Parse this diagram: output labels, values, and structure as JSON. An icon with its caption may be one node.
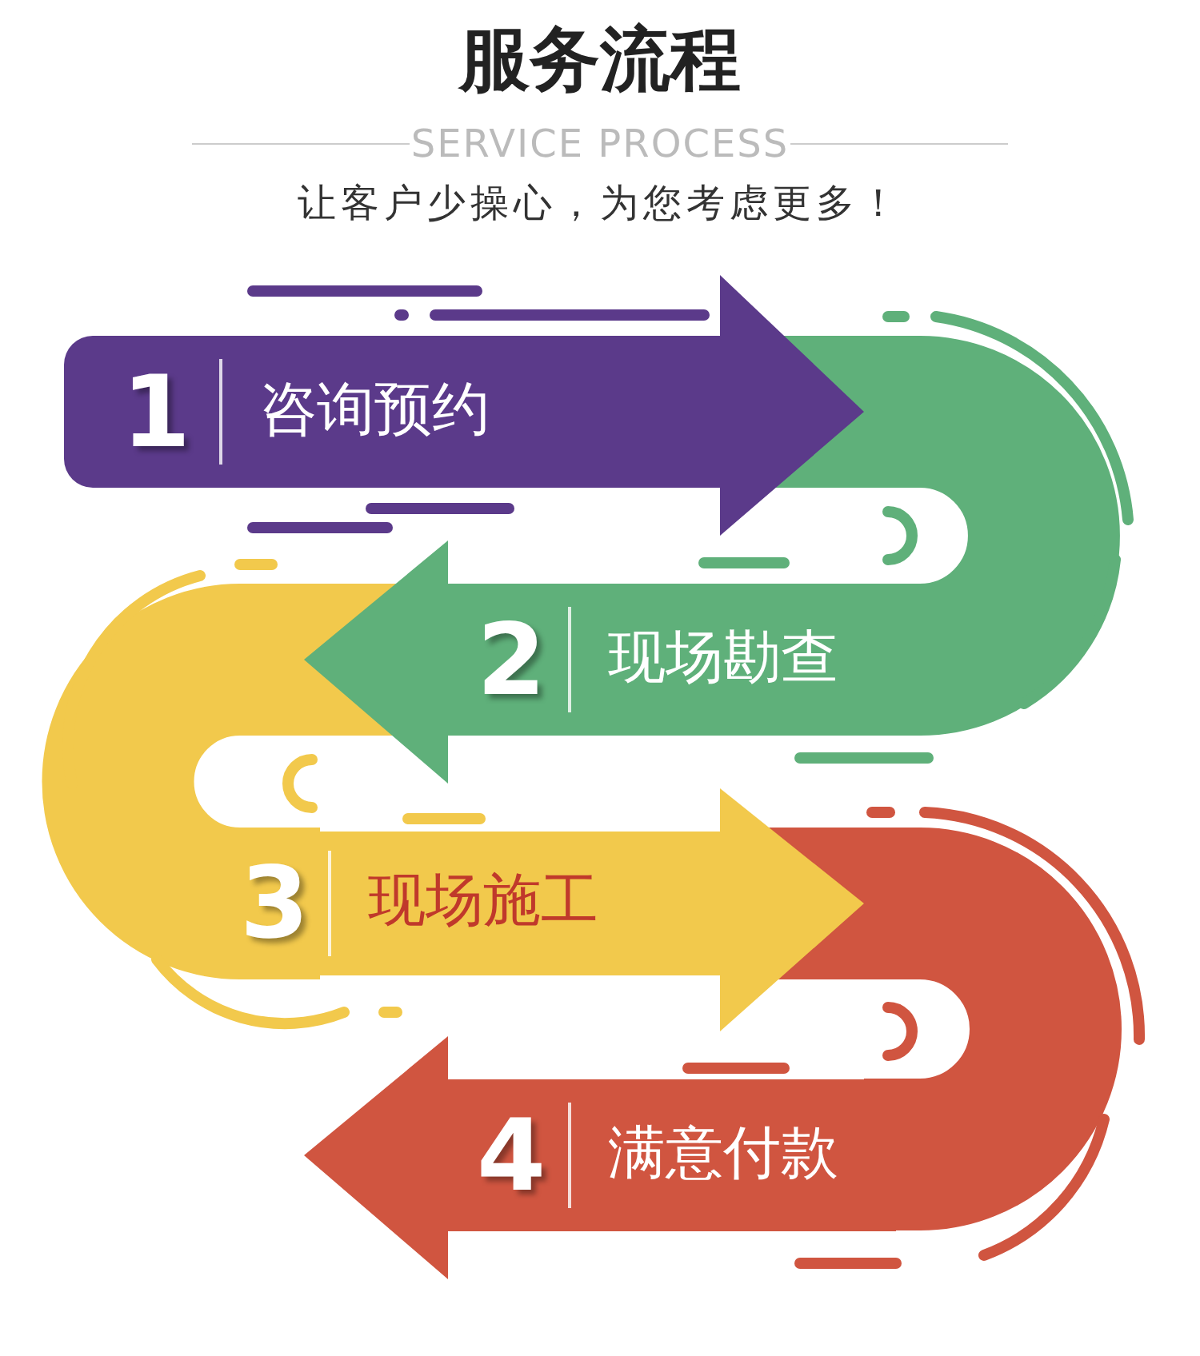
{
  "diagram": {
    "title": "服务流程",
    "labels": [
      "SERVICE PROCESS",
      "让客户少操心，为您考虑更多！"
    ],
    "nodes": [
      {
        "text": [
          "1",
          "咨询预约"
        ]
      },
      {
        "text": [
          "2",
          "现场勘查"
        ]
      },
      {
        "text": [
          "3",
          "现场施工"
        ]
      },
      {
        "text": [
          "4",
          "满意付款"
        ]
      }
    ]
  }
}
